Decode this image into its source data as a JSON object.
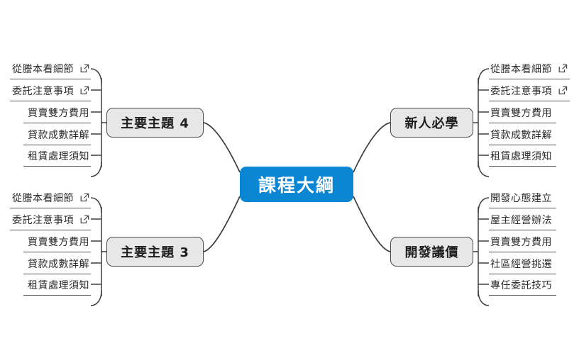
{
  "diagram": {
    "type": "mind-map",
    "title": "課程大綱",
    "colors": {
      "center_fill": "#0b86d3",
      "center_text": "#ffffff",
      "branch_fill": "#e7e7e7",
      "branch_border": "#4a4a4a",
      "leaf_underline": "#555555",
      "connector": "#3d3d3d",
      "background": "#ffffff"
    },
    "center": {
      "label": "課程大綱"
    },
    "branches": [
      {
        "id": "left-top",
        "label": "主要主題 4",
        "side": "left",
        "leaves": [
          {
            "label": "從謄本看細節",
            "icon": "external-link-icon",
            "has_icon": true
          },
          {
            "label": "委託注意事項",
            "icon": "external-link-icon",
            "has_icon": true
          },
          {
            "label": "買賣雙方費用",
            "has_icon": false
          },
          {
            "label": "貸款成數詳解",
            "has_icon": false
          },
          {
            "label": "租賃處理須知",
            "has_icon": false
          }
        ]
      },
      {
        "id": "left-bottom",
        "label": "主要主題 3",
        "side": "left",
        "leaves": [
          {
            "label": "從謄本看細節",
            "icon": "external-link-icon",
            "has_icon": true
          },
          {
            "label": "委託注意事項",
            "icon": "external-link-icon",
            "has_icon": true
          },
          {
            "label": "買賣雙方費用",
            "has_icon": false
          },
          {
            "label": "貸款成數詳解",
            "has_icon": false
          },
          {
            "label": "租賃處理須知",
            "has_icon": false
          }
        ]
      },
      {
        "id": "right-top",
        "label": "新人必學",
        "side": "right",
        "leaves": [
          {
            "label": "從謄本看細節",
            "icon": "external-link-icon",
            "has_icon": true
          },
          {
            "label": "委託注意事項",
            "icon": "external-link-icon",
            "has_icon": true
          },
          {
            "label": "買賣雙方費用",
            "has_icon": false
          },
          {
            "label": "貸款成數詳解",
            "has_icon": false
          },
          {
            "label": "租賃處理須知",
            "has_icon": false
          }
        ]
      },
      {
        "id": "right-bottom",
        "label": "開發議價",
        "side": "right",
        "leaves": [
          {
            "label": "開發心態建立",
            "has_icon": false
          },
          {
            "label": "屋主經營辦法",
            "has_icon": false
          },
          {
            "label": "買賣雙方費用",
            "has_icon": false
          },
          {
            "label": "社區經營挑選",
            "has_icon": false
          },
          {
            "label": "專任委託技巧",
            "has_icon": false
          }
        ]
      }
    ]
  }
}
